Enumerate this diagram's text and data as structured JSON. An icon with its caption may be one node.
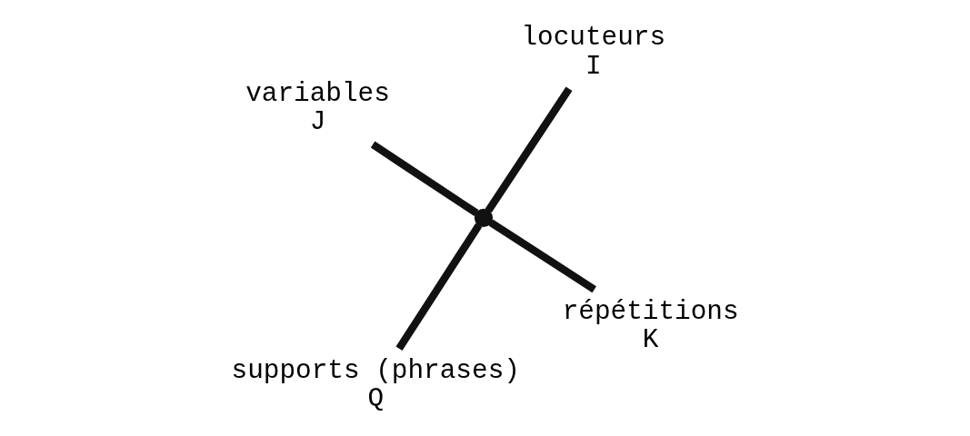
{
  "diagram": {
    "nodes": [
      {
        "text": [],
        "shape": "point"
      },
      {
        "text": [
          "répétitions",
          "K"
        ]
      },
      {
        "text": [
          "supports (phrases)",
          "Q"
        ]
      },
      {
        "text": [
          "variables",
          "J"
        ]
      },
      {
        "text": [
          "locuteurs",
          "I"
        ]
      }
    ],
    "edges": [
      {
        "from": 0,
        "to": 1,
        "arrow": "none"
      },
      {
        "from": 0,
        "to": 2,
        "arrow": "none"
      },
      {
        "from": 0,
        "to": 3,
        "arrow": "none"
      },
      {
        "from": 0,
        "to": 4,
        "arrow": "none"
      }
    ]
  }
}
